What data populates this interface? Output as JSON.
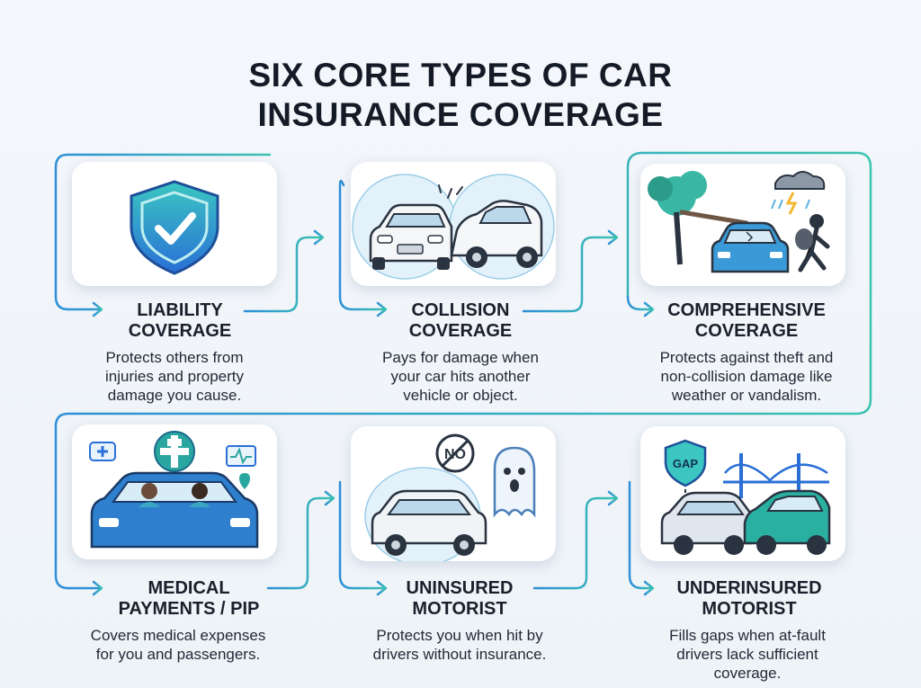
{
  "title": {
    "line1": "SIX CORE TYPES OF CAR",
    "line2": "INSURANCE COVERAGE"
  },
  "items": [
    {
      "heading": [
        "LIABILITY",
        "COVERAGE"
      ],
      "description": [
        "Protects others from",
        "injuries and property",
        "damage you cause."
      ],
      "icon": "shield-check-icon"
    },
    {
      "heading": [
        "COLLISION",
        "COVERAGE"
      ],
      "description": [
        "Pays for damage when",
        "your car hits another",
        "vehicle or object."
      ],
      "icon": "car-collision-icon"
    },
    {
      "heading": [
        "COMPREHENSIVE",
        "COVERAGE"
      ],
      "description": [
        "Protects against theft and",
        "non-collision damage like",
        "weather or vandalism."
      ],
      "icon": "storm-theft-icon"
    },
    {
      "heading": [
        "MEDICAL",
        "PAYMENTS / PIP"
      ],
      "description": [
        "Covers medical expenses",
        "for you and passengers."
      ],
      "icon": "medical-car-icon"
    },
    {
      "heading": [
        "UNINSURED",
        "MOTORIST"
      ],
      "description": [
        "Protects you when hit by",
        "drivers without insurance."
      ],
      "icon": "ghost-driver-icon",
      "badge": "NO"
    },
    {
      "heading": [
        "UNDERINSURED",
        "MOTORIST"
      ],
      "description": [
        "Fills gaps when at-fault",
        "drivers lack sufficient",
        "coverage."
      ],
      "icon": "gap-bridge-icon",
      "badge": "GAP"
    }
  ],
  "colors": {
    "accent_blue": "#2f8fd8",
    "accent_teal": "#3cc3b0",
    "text": "#1a202b"
  }
}
